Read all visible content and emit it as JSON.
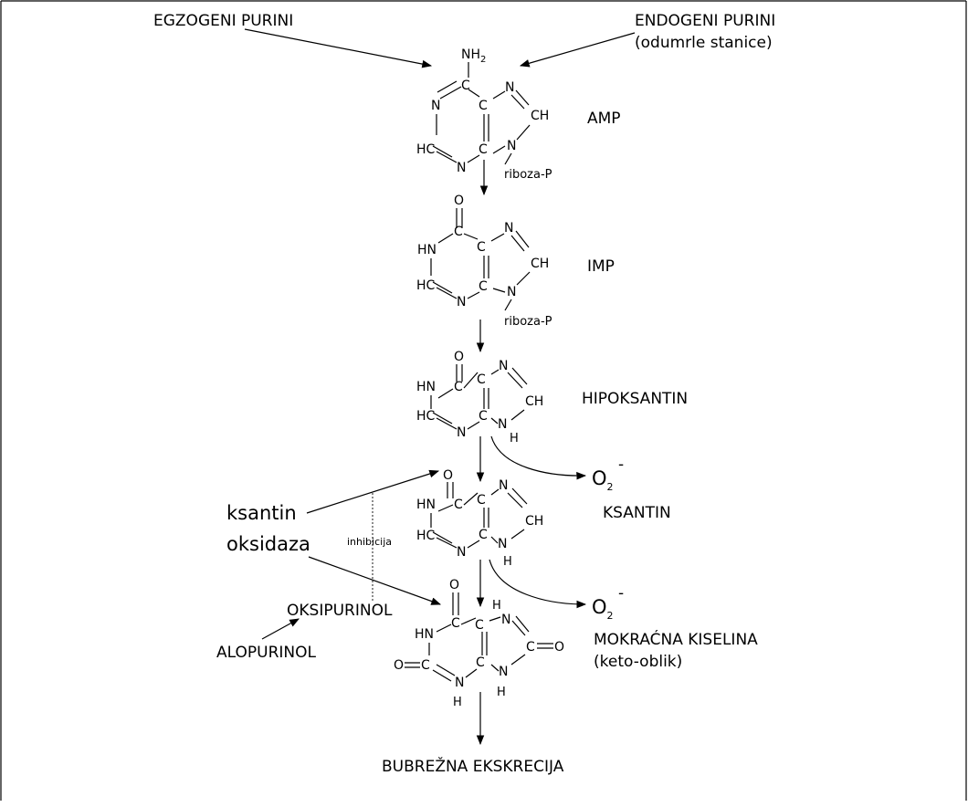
{
  "labels": {
    "exogenous": "EGZOGENI PURINI",
    "endogenous_line1": "ENDOGENI PURINI",
    "endogenous_line2": "(odumrle stanice)",
    "amp": "AMP",
    "imp": "IMP",
    "hypoxanthine": "HIPOKSANTIN",
    "xanthine": "KSANTIN",
    "uric_acid_line1": "MOKRAĆNA KISELINA",
    "uric_acid_line2": "(keto-oblik)",
    "enzyme_line1": "ksantin",
    "enzyme_line2": "oksidaza",
    "inhibition": "inhibicija",
    "oxipurinol": "OKSIPURINOL",
    "allopurinol": "ALOPURINOL",
    "excretion": "BUBREŽNA EKSKRECIJA",
    "superoxide": "O",
    "superoxide_sub": "2",
    "superoxide_sup": "-"
  },
  "atoms": {
    "nh2": "NH",
    "nh2_sub": "2",
    "o": "O",
    "n": "N",
    "c": "C",
    "hc": "HC",
    "ch": "CH",
    "hn": "HN",
    "h": "H",
    "o_eq_c": "O",
    "c_eq_o": "O",
    "ribose": "riboza-P"
  }
}
